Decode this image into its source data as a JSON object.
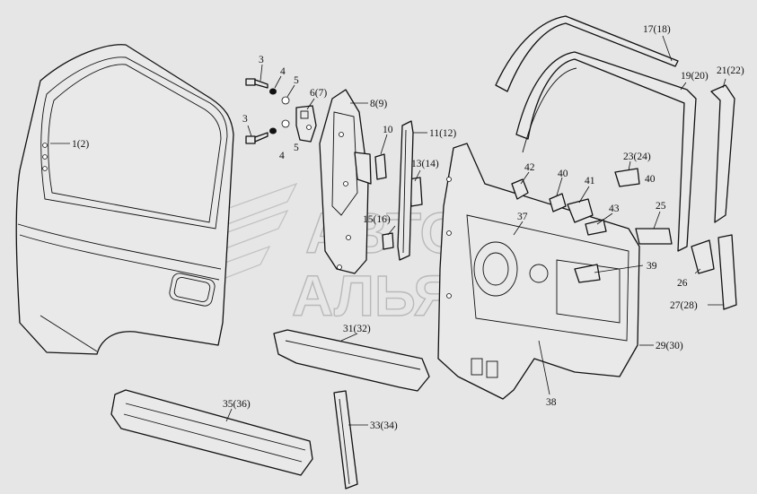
{
  "watermark": {
    "line1": "АВТО",
    "line2": "АЛЬЯНС"
  },
  "labels": [
    {
      "id": "p1",
      "text": "1(2)"
    },
    {
      "id": "p3a",
      "text": "3"
    },
    {
      "id": "p4a",
      "text": "4"
    },
    {
      "id": "p5a",
      "text": "5"
    },
    {
      "id": "p6",
      "text": "6(7)"
    },
    {
      "id": "p3b",
      "text": "3"
    },
    {
      "id": "p4b",
      "text": "4"
    },
    {
      "id": "p5b",
      "text": "5"
    },
    {
      "id": "p8",
      "text": "8(9)"
    },
    {
      "id": "p10",
      "text": "10"
    },
    {
      "id": "p11",
      "text": "11(12)"
    },
    {
      "id": "p13",
      "text": "13(14)"
    },
    {
      "id": "p15",
      "text": "15(16)"
    },
    {
      "id": "p17",
      "text": "17(18)"
    },
    {
      "id": "p19",
      "text": "19(20)"
    },
    {
      "id": "p21",
      "text": "21(22)"
    },
    {
      "id": "p23",
      "text": "23(24)"
    },
    {
      "id": "p40a",
      "text": "40"
    },
    {
      "id": "p42",
      "text": "42"
    },
    {
      "id": "p40b",
      "text": "40"
    },
    {
      "id": "p41",
      "text": "41"
    },
    {
      "id": "p43",
      "text": "43"
    },
    {
      "id": "p25",
      "text": "25"
    },
    {
      "id": "p37",
      "text": "37"
    },
    {
      "id": "p39",
      "text": "39"
    },
    {
      "id": "p26",
      "text": "26"
    },
    {
      "id": "p27",
      "text": "27(28)"
    },
    {
      "id": "p29",
      "text": "29(30)"
    },
    {
      "id": "p31",
      "text": "31(32)"
    },
    {
      "id": "p38",
      "text": "38"
    },
    {
      "id": "p35",
      "text": "35(36)"
    },
    {
      "id": "p33",
      "text": "33(34)"
    }
  ]
}
